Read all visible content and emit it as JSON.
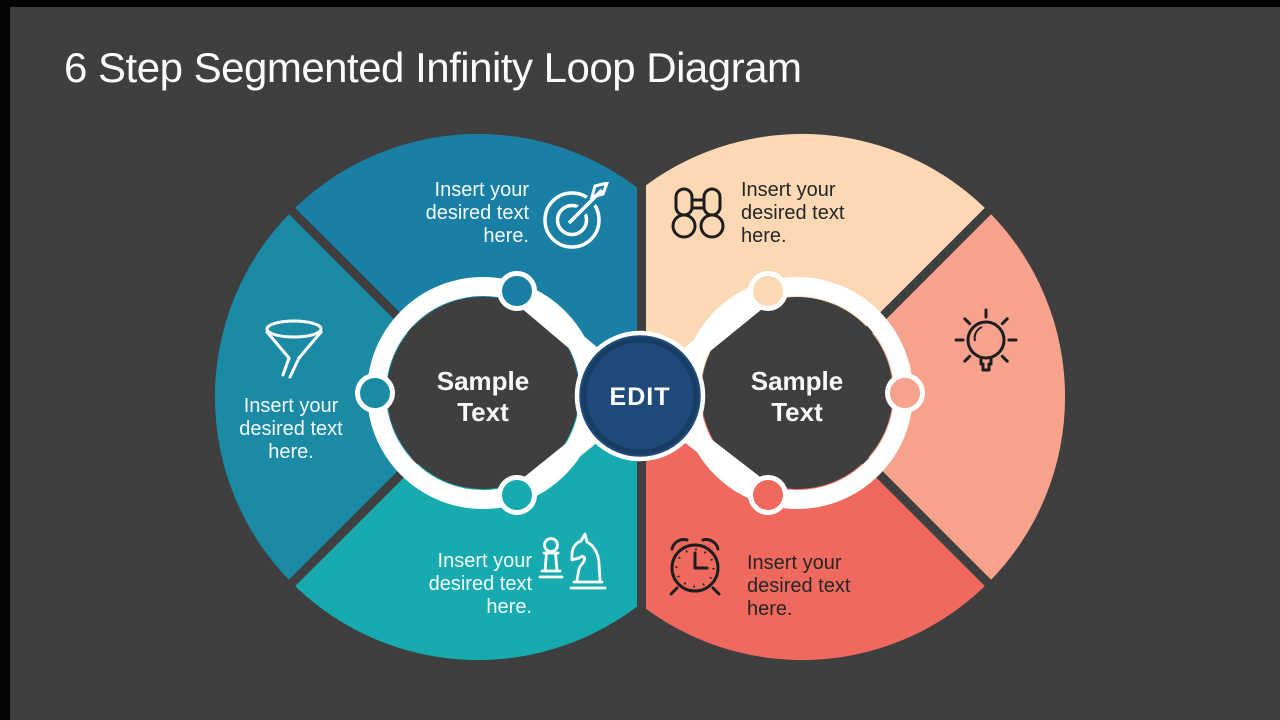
{
  "slide": {
    "title": "6 Step Segmented Infinity Loop Diagram",
    "background": "#3f3f3f"
  },
  "center": {
    "button_label": "EDIT",
    "color": "#1f4a7a"
  },
  "left_loop": {
    "label": "Sample\nText",
    "segments": [
      {
        "position": "top",
        "icon": "target-icon",
        "color": "#1a7fa4",
        "text": "Insert your\ndesired text\nhere."
      },
      {
        "position": "left",
        "icon": "funnel-icon",
        "color": "#1a8aa5",
        "text": "Insert your\ndesired text\nhere."
      },
      {
        "position": "bottom",
        "icon": "chess-icon",
        "color": "#17aaaf",
        "text": "Insert your\ndesired text\nhere."
      }
    ]
  },
  "right_loop": {
    "label": "Sample\nText",
    "segments": [
      {
        "position": "top",
        "icon": "binoculars-icon",
        "color": "#fcd8b5",
        "text": "Insert your\ndesired text\nhere."
      },
      {
        "position": "right",
        "icon": "lightbulb-icon",
        "color": "#f6a28c"
      },
      {
        "position": "bottom",
        "icon": "alarm-clock-icon",
        "color": "#f0695f",
        "text": "Insert your\ndesired text\nhere."
      }
    ]
  }
}
